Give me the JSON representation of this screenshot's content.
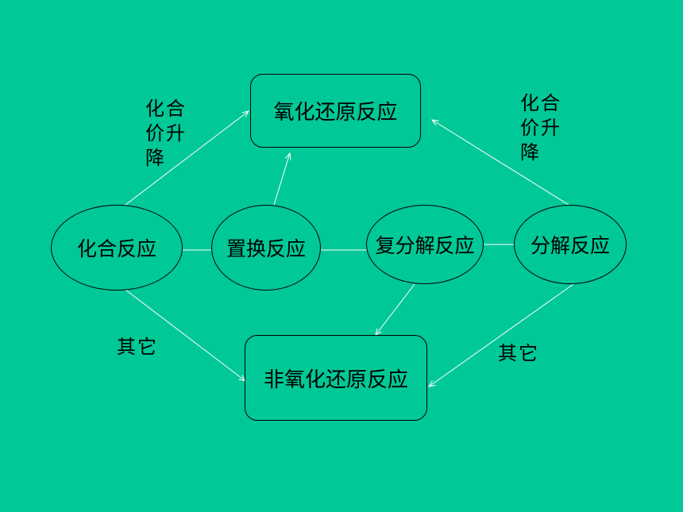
{
  "nodes": {
    "redox": "氧化还原反应",
    "non_redox": "非氧化还原反应",
    "combination": "化合反应",
    "displacement": "置换反应",
    "double_decomposition": "复分解反应",
    "decomposition": "分解反应"
  },
  "labels": {
    "valence_left_1": "化合",
    "valence_left_2": "价升",
    "valence_left_3": "降",
    "valence_right_1": "化合",
    "valence_right_2": "价升",
    "valence_right_3": "降",
    "other_left": "其它",
    "other_right": "其它"
  }
}
